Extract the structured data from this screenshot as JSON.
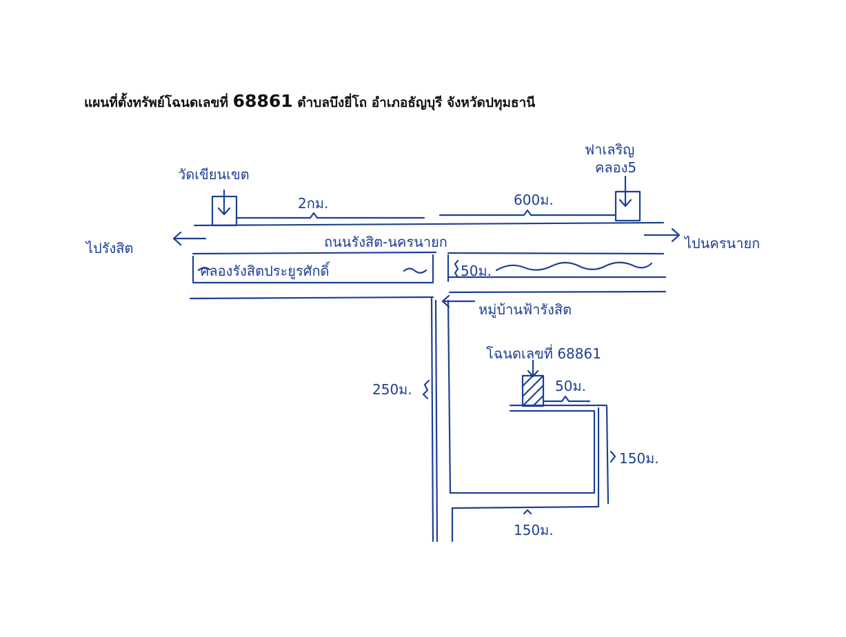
{
  "title": {
    "prefix": "แผนที่ตั้งทรัพย์โฉนดเลขที่",
    "deed_number": "68861",
    "suffix": "ตำบลบึงยี่โถ อำเภอธัญบุรี จังหวัดปทุมธานี"
  },
  "landmarks": {
    "temple": "วัดเขียนเขต",
    "mall_line1": "ฟาเลริญ",
    "mall_line2": "คลอง5"
  },
  "directions": {
    "left": "ไปรังสิต",
    "right": "ไปนครนายก"
  },
  "roads": {
    "main_road": "ถนนรังสิต-นครนายก",
    "canal": "คลองรังสิตประยูรศักดิ์",
    "village": "หมู่บ้านฟ้ารังสิต"
  },
  "plot_label": "โฉนดเลขที่ 68861",
  "distances": {
    "temple_distance": "2กม.",
    "mall_distance": "600ม.",
    "bridge_width": "50ม.",
    "soi_length": "250ม.",
    "plot_offset": "50ม.",
    "side_length": "150ม.",
    "bottom_length": "150ม."
  },
  "colors": {
    "ink": "#1d3f94",
    "title": "#111111"
  }
}
